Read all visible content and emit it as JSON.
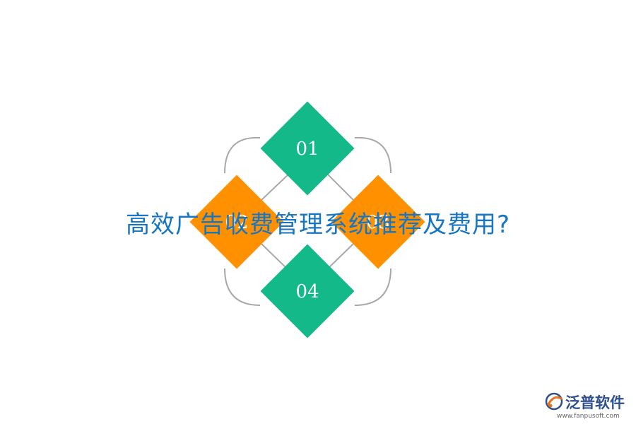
{
  "diagram": {
    "items": [
      {
        "label": "01",
        "color": "#14b98a"
      },
      {
        "label": "02",
        "color": "#ff9000"
      },
      {
        "label": "03",
        "color": "#ff9000"
      },
      {
        "label": "04",
        "color": "#14b98a"
      }
    ],
    "connector_color": "#a8a8a8"
  },
  "headline": {
    "text": "高效广告收费管理系统推荐及费用?",
    "color": "#1676c4"
  },
  "logo": {
    "name": "泛普软件",
    "url": "www.fanpusoft.com"
  }
}
